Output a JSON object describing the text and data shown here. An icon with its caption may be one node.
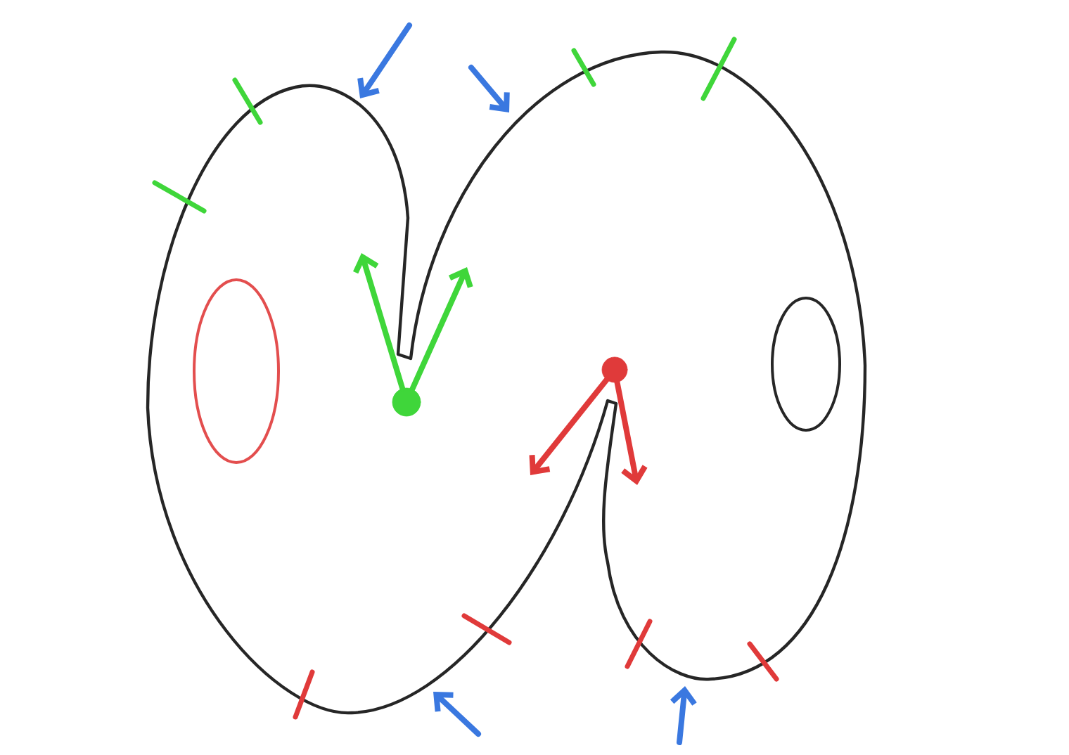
{
  "diagram": {
    "nodes": [
      {
        "text": [],
        "shape": "circle"
      },
      {
        "text": [],
        "shape": "circle"
      }
    ],
    "edges": [
      {
        "from": 0,
        "to": null,
        "arrow": "to",
        "color": "#3fd63a"
      },
      {
        "from": 0,
        "to": null,
        "arrow": "to",
        "color": "#3fd63a"
      },
      {
        "from": 1,
        "to": null,
        "arrow": "to",
        "color": "#e03a3a"
      },
      {
        "from": 1,
        "to": null,
        "arrow": "to",
        "color": "#e03a3a"
      }
    ]
  }
}
